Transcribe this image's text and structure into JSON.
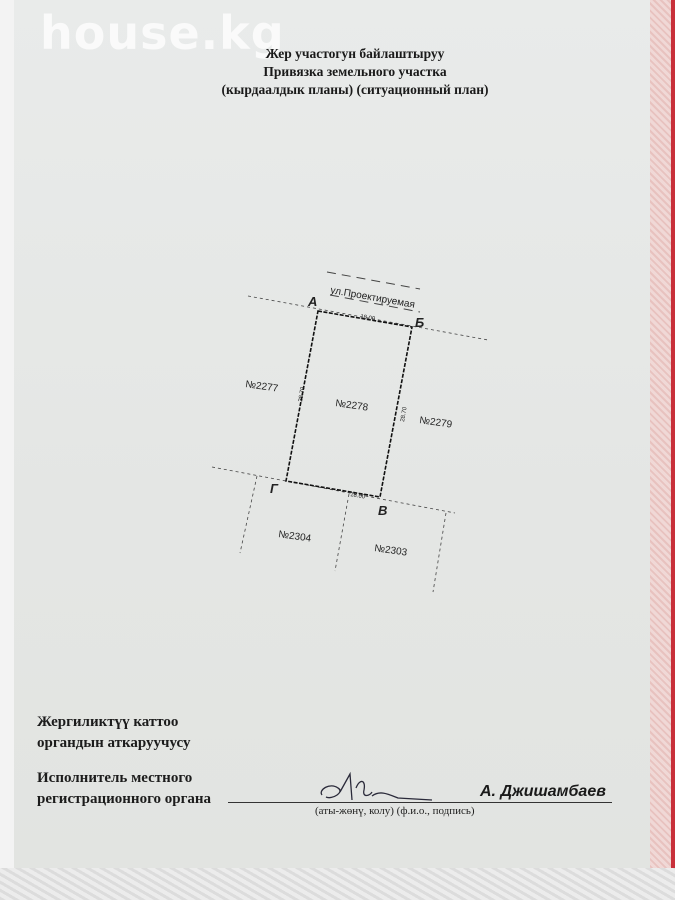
{
  "watermark": "house.kg",
  "header": {
    "line1": "Жер участогун байлаштыруу",
    "line2": "Привязка земельного участка",
    "line3": "(кырдаалдык планы) (ситуационный план)"
  },
  "plan": {
    "street": "ул.Проектируемая",
    "corners": {
      "a": "А",
      "b": "Б",
      "v": "В",
      "g": "Г"
    },
    "dimensions": {
      "top": "18.00",
      "bottom": "18.00",
      "left": "28.70",
      "right": "28.70"
    },
    "parcels": {
      "main": "№2278",
      "left": "№2277",
      "right": "№2279",
      "bottom_left": "№2304",
      "bottom_right": "№2303"
    }
  },
  "footer": {
    "kg_line1": "Жергиликтүү каттоо",
    "kg_line2": "органдын аткаруучусу",
    "ru_line1": "Исполнитель местного",
    "ru_line2": "регистрационного органа",
    "signer": "А. Джишамбаев",
    "caption": "(аты-жөнү, колу)  (ф.и.о., подпись)"
  }
}
